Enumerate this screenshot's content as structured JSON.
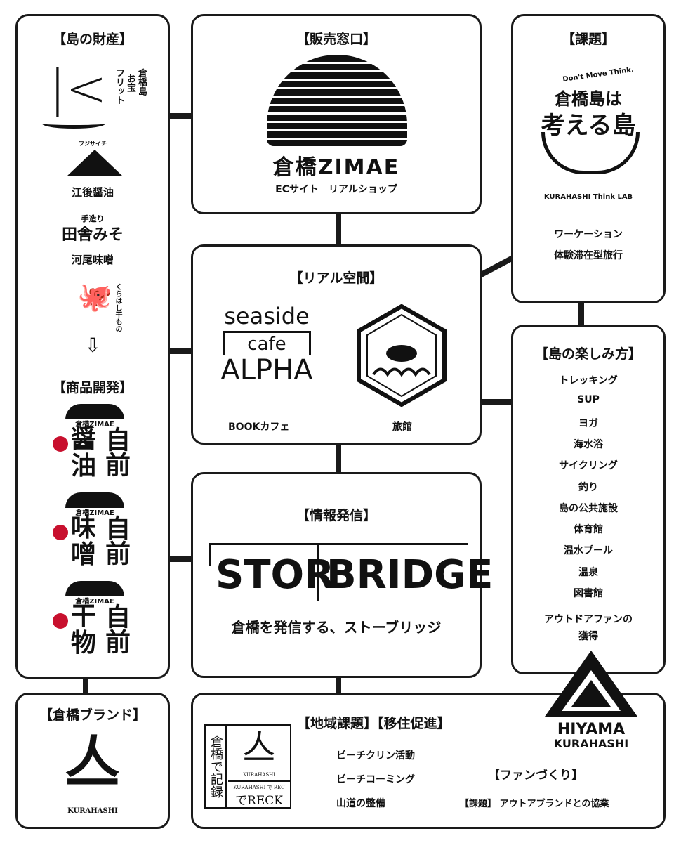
{
  "assets": {
    "title": "【島の財産】",
    "furit": {
      "vertical1": "倉橋島",
      "vertical2": "お宝",
      "vertical3": "フリット"
    },
    "items": [
      {
        "small": "フジサイチ",
        "label": "江後醤油"
      },
      {
        "small": "手造り",
        "logo": "田舎みそ",
        "label": "河尾味噌"
      },
      {
        "logo": "くらはし干もの"
      }
    ],
    "arrow": "⇩"
  },
  "product": {
    "title": "【商品開発】",
    "items": [
      {
        "a": "醤",
        "b": "油",
        "c": "自前"
      },
      {
        "a": "味",
        "b": "噌",
        "c": "自前"
      },
      {
        "a": "干",
        "b": "物",
        "c": "自前"
      }
    ],
    "brand": "倉橋ZIMAE"
  },
  "brand": {
    "title": "【倉橋ブランド】",
    "logo_text": "KURAHASHI"
  },
  "sales": {
    "title": "【販売窓口】",
    "logo": "倉橋ZIMAE",
    "sub": "ECサイト　リアルショップ"
  },
  "real": {
    "title": "【リアル空間】",
    "cafe": {
      "l1": "seaside",
      "l2": "cafe",
      "l3": "ALPHA",
      "label": "BOOKカフェ"
    },
    "inn": {
      "label": "旅館"
    }
  },
  "info": {
    "title": "【情報発信】",
    "logo_a": "STOR",
    "logo_b": "BRIDGE",
    "sub": "倉橋を発信する、ストーブリッジ"
  },
  "issue": {
    "title": "【課題】",
    "tag": "Don't Move Think.",
    "logo1": "倉橋島は",
    "logo2": "考える島",
    "lab": "KURAHASHI Think LAB",
    "items": [
      "ワーケーション",
      "体験滞在型旅行"
    ]
  },
  "enjoy": {
    "title": "【島の楽しみ方】",
    "items": [
      "トレッキング",
      "SUP",
      "ヨガ",
      "海水浴",
      "サイクリング",
      "釣り",
      "島の公共施設",
      "体育館",
      "温水プール",
      "温泉",
      "図書館"
    ],
    "goal1": "アウトドアファンの",
    "goal2": "獲得"
  },
  "bottom": {
    "title": "【地域課題】【移住促進】",
    "rec": {
      "vertical": "倉橋で記録",
      "sub": "KURAHASHI",
      "small": "KURAHASHI で REC",
      "logo": "でRECK"
    },
    "items": [
      "ビーチクリン活動",
      "ビーチコーミング",
      "山道の整備"
    ],
    "fan": "【ファンづくり】",
    "collab": "【課題】 アウトアブランドとの協業",
    "hiyama1": "HIYAMA",
    "hiyama2": "KURAHASHI"
  }
}
